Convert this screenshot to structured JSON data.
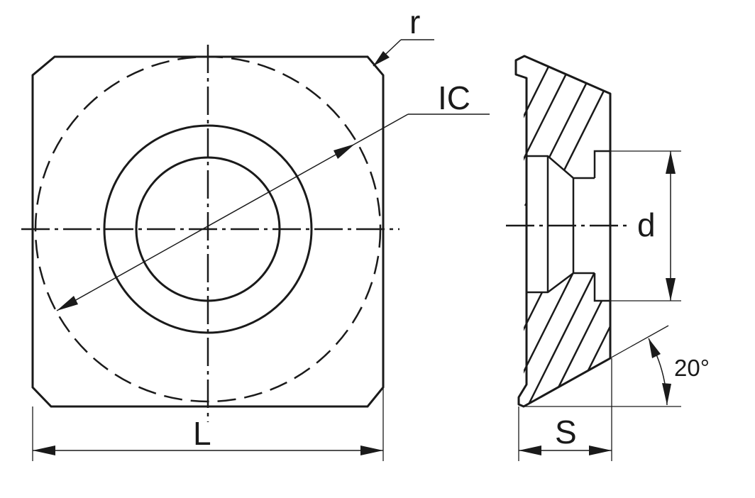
{
  "colors": {
    "line": "#1a1a1a",
    "background": "#ffffff"
  },
  "labels": {
    "corner_radius": "r",
    "inscribed_circle": "IC",
    "length": "L",
    "hole_diameter": "d",
    "clearance_angle": "20°",
    "thickness": "S"
  }
}
